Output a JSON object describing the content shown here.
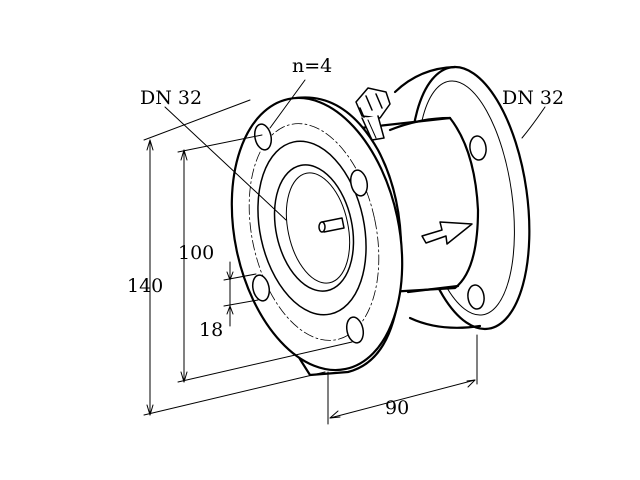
{
  "labels": {
    "inlet_size": "DN 32",
    "outlet_size": "DN 32",
    "bolt_count": "n=4",
    "bolt_circle": "100",
    "flange_diameter": "140",
    "bolt_hole": "18",
    "length": "90"
  },
  "colors": {
    "ink": "#000000",
    "background": "#ffffff"
  },
  "icons": {
    "flow": "flow-direction-arrow-icon"
  }
}
